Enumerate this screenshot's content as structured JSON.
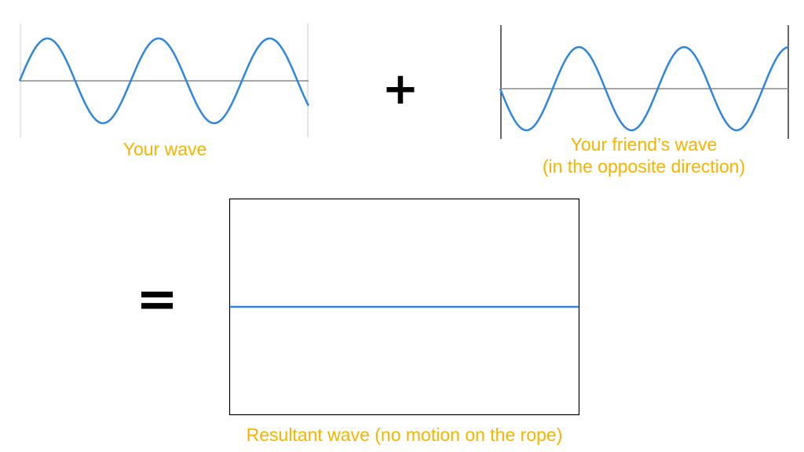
{
  "diagram": {
    "operators": {
      "plus": "+",
      "equals": "="
    },
    "captions": {
      "your_wave": "Your wave",
      "friend_wave_line1": "Your friend’s wave",
      "friend_wave_line2": "(in the opposite direction)",
      "resultant_wave": "Resultant wave (no motion on the rope)"
    },
    "colors": {
      "wave": "#2e86de",
      "axis": "#888888",
      "caption": "#f5b400",
      "operator": "#000000",
      "frame": "#000000"
    },
    "waves": {
      "your_wave": {
        "cycles": 2.6,
        "phase": 0,
        "amplitude": 1
      },
      "friend_wave": {
        "cycles": 2.75,
        "phase": 3.1416,
        "amplitude": 1
      },
      "resultant_wave": {
        "amplitude": 0
      }
    }
  }
}
